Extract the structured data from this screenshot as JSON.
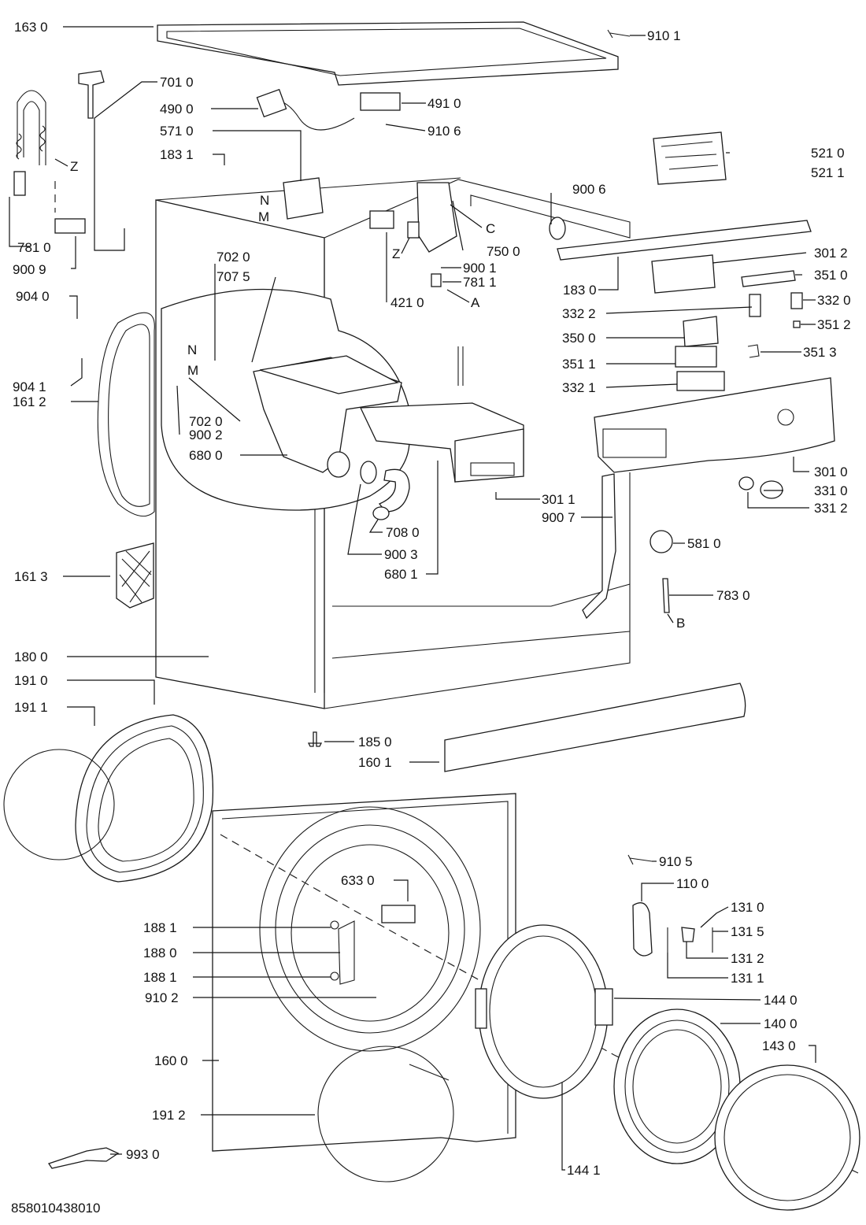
{
  "diagram": {
    "doc_number": "858010438010",
    "part_labels": [
      {
        "id": "p1630",
        "text": "163 0"
      },
      {
        "id": "p9101",
        "text": "910 1"
      },
      {
        "id": "p7010",
        "text": "701 0"
      },
      {
        "id": "p4900",
        "text": "490 0"
      },
      {
        "id": "p4910",
        "text": "491 0"
      },
      {
        "id": "p5710",
        "text": "571 0"
      },
      {
        "id": "p9106",
        "text": "910 6"
      },
      {
        "id": "p1831",
        "text": "183 1"
      },
      {
        "id": "p5210",
        "text": "521 0"
      },
      {
        "id": "p5211",
        "text": "521 1"
      },
      {
        "id": "pZ1",
        "text": "Z"
      },
      {
        "id": "pN1",
        "text": "N"
      },
      {
        "id": "pM1",
        "text": "M"
      },
      {
        "id": "pC",
        "text": "C"
      },
      {
        "id": "p9006",
        "text": "900 6"
      },
      {
        "id": "p7810",
        "text": "781 0"
      },
      {
        "id": "pZ2",
        "text": "Z"
      },
      {
        "id": "p7500",
        "text": "750 0"
      },
      {
        "id": "p3012",
        "text": "301 2"
      },
      {
        "id": "p9009",
        "text": "900 9"
      },
      {
        "id": "p7020a",
        "text": "702 0"
      },
      {
        "id": "p9001",
        "text": "900 1"
      },
      {
        "id": "p1830",
        "text": "183 0"
      },
      {
        "id": "p3510",
        "text": "351 0"
      },
      {
        "id": "p7075",
        "text": "707 5"
      },
      {
        "id": "p7811",
        "text": "781 1"
      },
      {
        "id": "p9040",
        "text": "904 0"
      },
      {
        "id": "p4210",
        "text": "421 0"
      },
      {
        "id": "pA",
        "text": "A"
      },
      {
        "id": "p3322",
        "text": "332 2"
      },
      {
        "id": "p3320",
        "text": "332 0"
      },
      {
        "id": "p3512",
        "text": "351 2"
      },
      {
        "id": "p3500",
        "text": "350 0"
      },
      {
        "id": "pN2",
        "text": "N"
      },
      {
        "id": "p3513",
        "text": "351 3"
      },
      {
        "id": "p3511",
        "text": "351 1"
      },
      {
        "id": "pM2",
        "text": "M"
      },
      {
        "id": "p9041",
        "text": "904 1"
      },
      {
        "id": "p3321",
        "text": "332 1"
      },
      {
        "id": "p1612",
        "text": "161 2"
      },
      {
        "id": "p7020b",
        "text": "702 0"
      },
      {
        "id": "p9002",
        "text": "900 2"
      },
      {
        "id": "p6800",
        "text": "680 0"
      },
      {
        "id": "p3010",
        "text": "301 0"
      },
      {
        "id": "p3011",
        "text": "301 1"
      },
      {
        "id": "p3310",
        "text": "331 0"
      },
      {
        "id": "p9007",
        "text": "900 7"
      },
      {
        "id": "p3312",
        "text": "331 2"
      },
      {
        "id": "p7080",
        "text": "708 0"
      },
      {
        "id": "p5810",
        "text": "581 0"
      },
      {
        "id": "p9003",
        "text": "900 3"
      },
      {
        "id": "p6801",
        "text": "680 1"
      },
      {
        "id": "p1613",
        "text": "161 3"
      },
      {
        "id": "p7830",
        "text": "783 0"
      },
      {
        "id": "pB",
        "text": "B"
      },
      {
        "id": "p1800",
        "text": "180 0"
      },
      {
        "id": "p1910",
        "text": "191 0"
      },
      {
        "id": "p1911",
        "text": "191 1"
      },
      {
        "id": "p1850",
        "text": "185 0"
      },
      {
        "id": "p1601",
        "text": "160 1"
      },
      {
        "id": "p9105",
        "text": "910 5"
      },
      {
        "id": "p1100",
        "text": "110 0"
      },
      {
        "id": "p6330",
        "text": "633 0"
      },
      {
        "id": "p1310",
        "text": "131 0"
      },
      {
        "id": "p1881a",
        "text": "188 1"
      },
      {
        "id": "p1315",
        "text": "131 5"
      },
      {
        "id": "p1880",
        "text": "188 0"
      },
      {
        "id": "p1312",
        "text": "131 2"
      },
      {
        "id": "p1881b",
        "text": "188 1"
      },
      {
        "id": "p1311",
        "text": "131 1"
      },
      {
        "id": "p9102",
        "text": "910 2"
      },
      {
        "id": "p1440",
        "text": "144 0"
      },
      {
        "id": "p1400",
        "text": "140 0"
      },
      {
        "id": "p1600",
        "text": "160 0"
      },
      {
        "id": "p1430",
        "text": "143 0"
      },
      {
        "id": "p1912",
        "text": "191 2"
      },
      {
        "id": "p9930",
        "text": "993 0"
      },
      {
        "id": "p1441",
        "text": "144 1"
      }
    ]
  }
}
